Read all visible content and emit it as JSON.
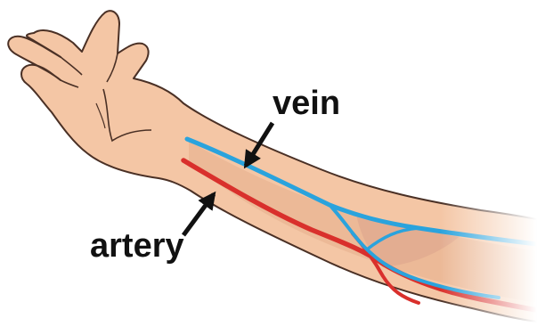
{
  "labels": {
    "vein": "vein",
    "artery": "artery"
  },
  "colors": {
    "skin": "#f4c6a5",
    "skin_shade": "#e3a887",
    "outline": "#4a3025",
    "vein": "#2aa3dd",
    "artery": "#d9302c",
    "arrow": "#111111",
    "background": "#ffffff"
  },
  "icons": {
    "arm": "arm-illustration",
    "vein_pointer": "arrow-icon",
    "artery_pointer": "arrow-icon"
  }
}
